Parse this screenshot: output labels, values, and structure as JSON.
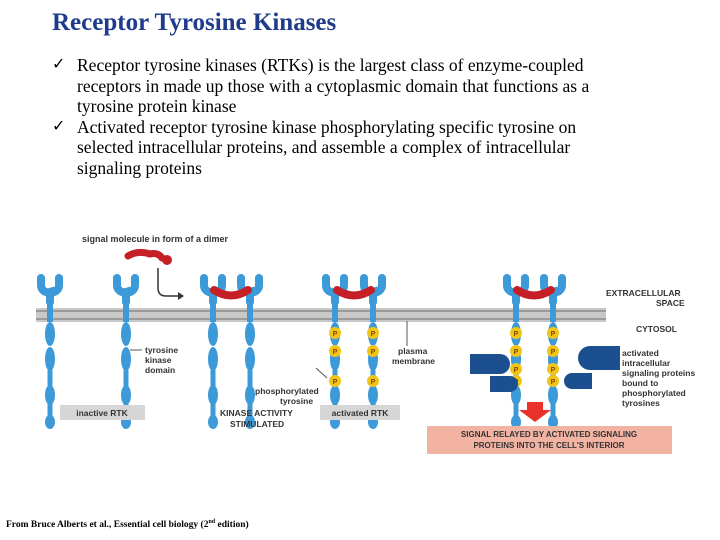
{
  "slide": {
    "title": "Receptor Tyrosine Kinases",
    "bullets": [
      {
        "lines": [
          "Receptor tyrosine kinases (RTKs) is the largest class of  enzyme-coupled",
          "receptors in made up those with a cytoplasmic domain that functions as a",
          "tyrosine protein kinase"
        ]
      },
      {
        "lines": [
          "Activated receptor tyrosine kinase phosphorylating specific tyrosine on",
          "selected intracellular proteins, and assemble a complex of intracellular",
          "signaling proteins"
        ]
      }
    ],
    "credit_main": "From Bruce Alberts et al., Essential cell biology (2",
    "credit_sup": "nd",
    "credit_tail": " edition)"
  },
  "diagram": {
    "labels": {
      "signal_molecule": "signal molecule in form of a dimer",
      "extracellular_line1": "EXTRACELLULAR",
      "extracellular_line2": "SPACE",
      "cytosol": "CYTOSOL",
      "tyrosine_kinase_domain": [
        "tyrosine",
        "kinase",
        "domain"
      ],
      "plasma_membrane": [
        "plasma",
        "membrane"
      ],
      "phosphorylated_tyrosine": [
        "phosphorylated",
        "tyrosine"
      ],
      "activated_proteins": [
        "activated",
        "intracellular",
        "signaling proteins",
        "bound to",
        "phosphorylated",
        "tyrosines"
      ],
      "phospho_symbol": "P"
    },
    "captions": {
      "inactive": "inactive RTK",
      "kinase_activity": [
        "KINASE ACTIVITY",
        "STIMULATED"
      ],
      "activated": "activated RTK",
      "signal_relayed": [
        "SIGNAL RELAYED BY ACTIVATED SIGNALING",
        "PROTEINS INTO THE CELL'S INTERIOR"
      ]
    },
    "colors": {
      "receptor": "#3d9ad9",
      "signal": "#c62026",
      "phosphate": "#f2c418",
      "relay_protein": "#1c4f8f",
      "caption_bg": "#d6d6d6",
      "relay_box": "#f3b3a3",
      "arrow": "#e8322b"
    }
  }
}
